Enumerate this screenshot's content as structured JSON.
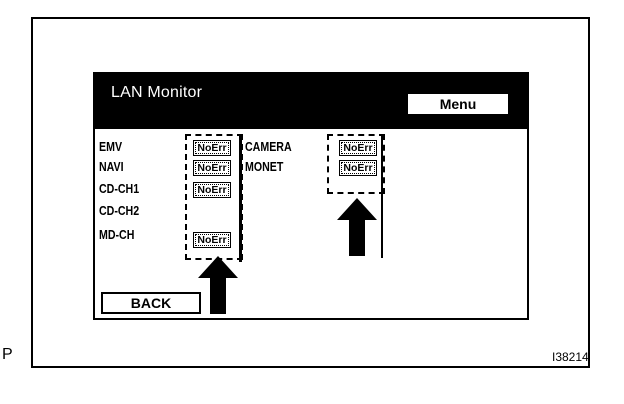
{
  "screen": {
    "title": "LAN Monitor",
    "menu_label": "Menu",
    "back_label": "BACK"
  },
  "left_column": {
    "rows": [
      {
        "label": "EMV",
        "status": "NoErr"
      },
      {
        "label": "NAVI",
        "status": "NoErr"
      },
      {
        "label": "CD-CH1",
        "status": "NoErr"
      },
      {
        "label": "CD-CH2",
        "status": ""
      },
      {
        "label": "MD-CH",
        "status": "NoErr"
      }
    ]
  },
  "right_column": {
    "rows": [
      {
        "label": "CAMERA",
        "status": "NoErr"
      },
      {
        "label": "MONET",
        "status": "NoErr"
      }
    ]
  },
  "figure": {
    "corner_label": "P",
    "figure_id": "I38214"
  }
}
